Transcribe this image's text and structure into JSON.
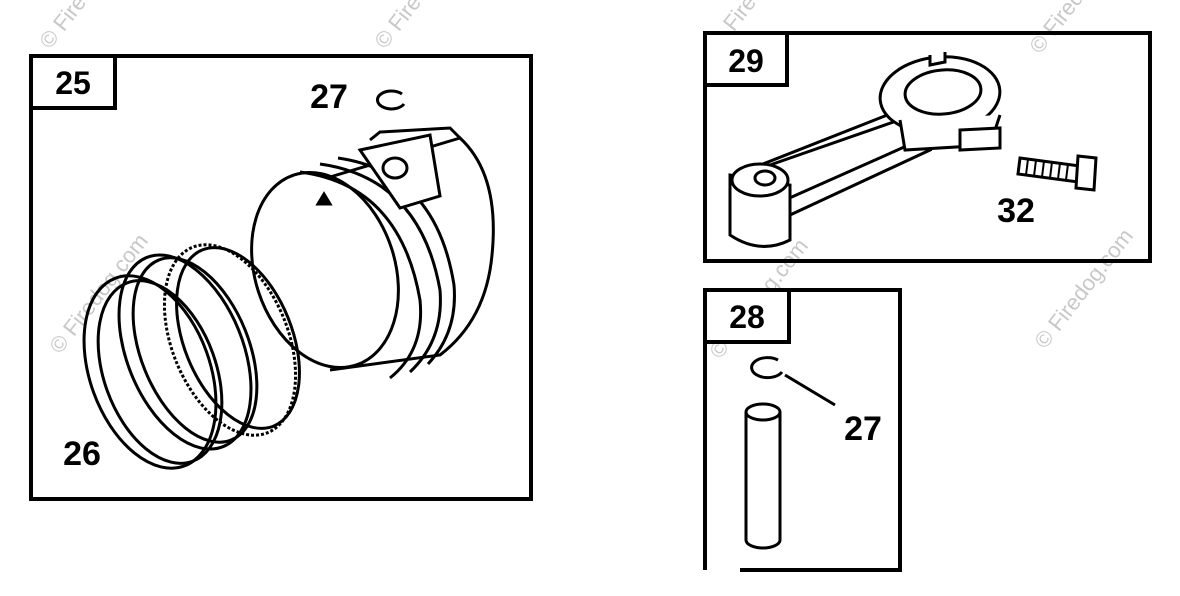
{
  "watermark": "© Firedog.com",
  "panels": {
    "piston": {
      "box_label": "25",
      "clip_label": "27",
      "rings_label": "26"
    },
    "rod": {
      "box_label": "29",
      "bolt_label": "32"
    },
    "pin": {
      "box_label": "28",
      "clip_label": "27"
    }
  }
}
